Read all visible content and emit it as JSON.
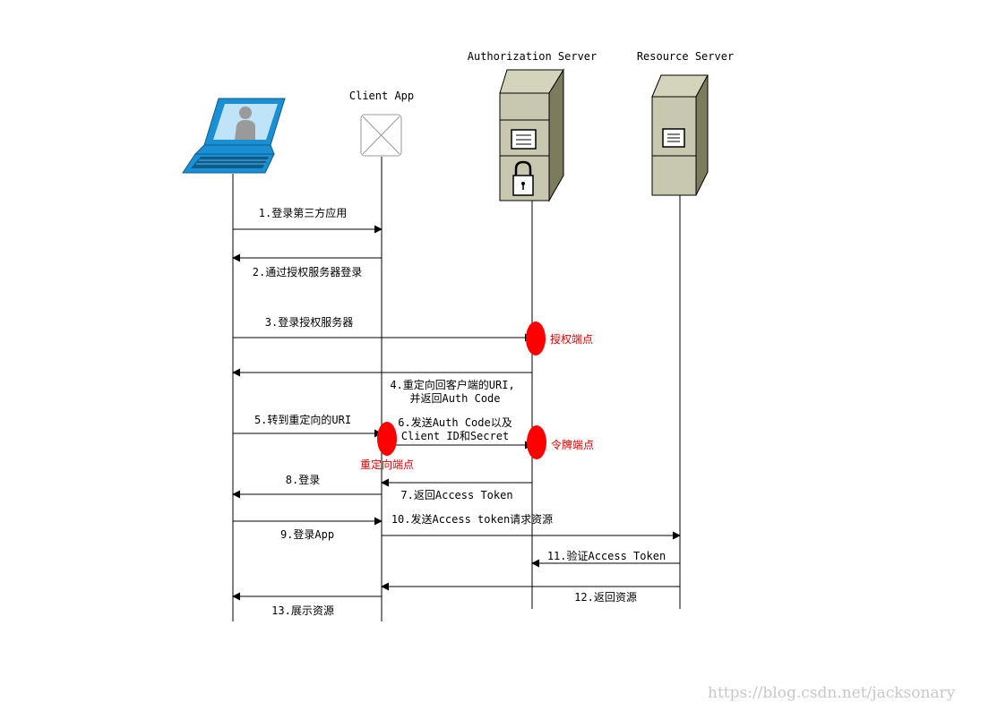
{
  "participants": {
    "client_app": "Client App",
    "auth_server": "Authorization Server",
    "resource_server": "Resource Server"
  },
  "messages": {
    "m1": "1.登录第三方应用",
    "m2": "2.通过授权服务器登录",
    "m3": "3.登录授权服务器",
    "m4_line1": "4.重定向回客户端的URI,",
    "m4_line2": "并返回Auth Code",
    "m5": "5.转到重定向的URI",
    "m6_line1": "6.发送Auth Code以及",
    "m6_line2": "Client ID和Secret",
    "m7": "7.返回Access Token",
    "m8": "8.登录",
    "m9": "9.登录App",
    "m10": "10.发送Access token请求资源",
    "m11": "11.验证Access Token",
    "m12": "12.返回资源",
    "m13": "13.展示资源"
  },
  "endpoints": {
    "authorize": "授权端点",
    "token": "令牌端点",
    "redirect": "重定向端点"
  },
  "watermark": "https://blog.csdn.net/jacksonary",
  "colors": {
    "endpoint_marker": "#ff0000",
    "endpoint_label": "#e00000",
    "laptop_blue": "#1a8fd4",
    "server_body": "#c8c8b0",
    "server_dark": "#8a8a6c"
  }
}
